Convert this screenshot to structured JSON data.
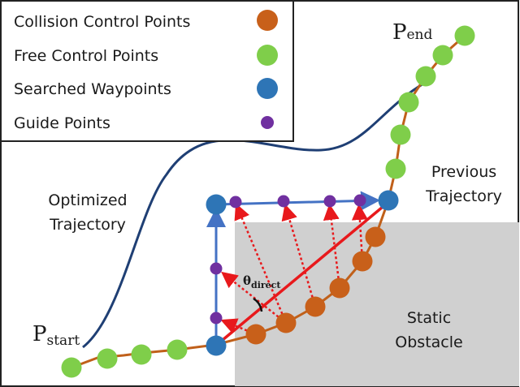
{
  "legend": [
    {
      "label": "Collision Control Points",
      "color": "#c8601a"
    },
    {
      "label": "Free Control Points",
      "color": "#7fce4a"
    },
    {
      "label": "Searched Waypoints",
      "color": "#2e75b6"
    },
    {
      "label": "Guide Points",
      "color": "#7030a0"
    }
  ],
  "labels": {
    "p_end_main": "P",
    "p_end_sub": "end",
    "p_start_main": "P",
    "p_start_sub": "start",
    "optimized_line1": "Optimized",
    "optimized_line2": "Trajectory",
    "previous_line1": "Previous",
    "previous_line2": "Trajectory",
    "obstacle_line1": "Static",
    "obstacle_line2": "Obstacle",
    "theta_main": "θ",
    "theta_sub": "direct"
  },
  "colors": {
    "obstacle": "#d0d0d0",
    "previous_trajectory": "#c0601a",
    "optimized_trajectory": "#1f3f74",
    "waypoint_path": "#4472c4",
    "direction_line": "#e8191c",
    "guide_arrows": "#e8191c"
  }
}
